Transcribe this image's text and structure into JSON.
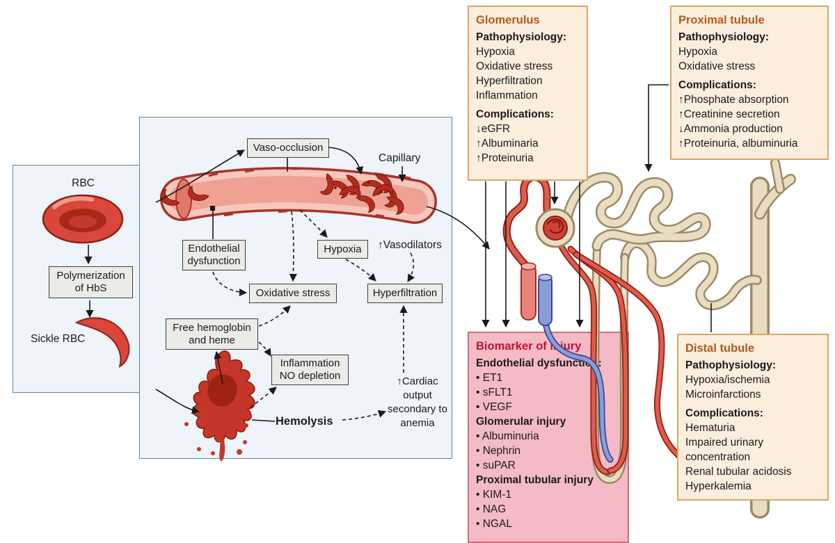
{
  "colors": {
    "ink": "#1a1a1a",
    "panel-bg": "#eef4f9",
    "panel-border": "#5d81a8",
    "graybox-bg": "#ebebe8",
    "graybox-border": "#3d3d3d",
    "tan-bg": "#fbeedd",
    "tan-border": "#d9a765",
    "tan-title": "#b25a1b",
    "pink-bg": "#f4bac5",
    "pink-border": "#cf6d78",
    "pink-title": "#c21330"
  },
  "left_panel": {
    "rbc_label": "RBC",
    "polymerization_label": "Polymerization of HbS",
    "sickle_rbc_label": "Sickle RBC"
  },
  "flow": {
    "vaso_occlusion": "Vaso-occlusion",
    "capillary": "Capillary",
    "endothelial_dysfunction": "Endothelial dysfunction",
    "hypoxia": "Hypoxia",
    "vasodilators": "↑Vasodilators",
    "oxidative_stress": "Oxidative stress",
    "hyperfiltration": "Hyperfiltration",
    "free_hemoglobin": "Free hemoglobin and heme",
    "inflammation_no_depletion": "Inflammation NO depletion",
    "hemolysis": "Hemolysis",
    "cardiac_output": "↑Cardiac output secondary to anemia"
  },
  "glomerulus": {
    "title": "Glomerulus",
    "pathophysiology_heading": "Pathophysiology:",
    "pathophysiology": [
      "Hypoxia",
      "Oxidative stress",
      "Hyperfiltration",
      "Inflammation"
    ],
    "complications_heading": "Complications:",
    "complications": [
      "↓eGFR",
      "↑Albuminaria",
      "↑Proteinuria"
    ]
  },
  "proximal_tubule": {
    "title": "Proximal tubule",
    "pathophysiology_heading": "Pathophysiology:",
    "pathophysiology": [
      "Hypoxia",
      "Oxidative stress"
    ],
    "complications_heading": "Complications:",
    "complications": [
      "↑Phosphate absorption",
      "↑Creatinine secretion",
      "↓Ammonia production",
      "↑Proteinuria, albuminuria"
    ]
  },
  "biomarker": {
    "title": "Biomarker of injury",
    "endothelial_heading": "Endothelial dysfunction:",
    "endothelial_items": [
      "ET1",
      "sFLT1",
      "VEGF"
    ],
    "glomerular_heading": "Glomerular injury",
    "glomerular_items": [
      "Albuminuria",
      "Nephrin",
      "suPAR"
    ],
    "proximal_heading": "Proximal tubular injury",
    "proximal_items": [
      "KIM-1",
      "NAG",
      "NGAL"
    ]
  },
  "distal_tubule": {
    "title": "Distal tubule",
    "pathophysiology_heading": "Pathophysiology:",
    "pathophysiology": [
      "Hypoxia/ischemia",
      "Microinfarctions"
    ],
    "complications_heading": "Complications:",
    "complications": [
      "Hematuria",
      "Impaired urinary concentration",
      "Renal tubular acidosis",
      "Hyperkalemia"
    ]
  }
}
